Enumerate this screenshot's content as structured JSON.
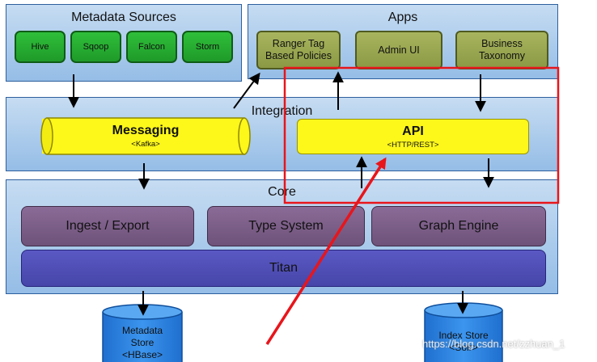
{
  "metadata_sources": {
    "title": "Metadata Sources",
    "items": [
      "Hive",
      "Sqoop",
      "Falcon",
      "Storm"
    ]
  },
  "apps": {
    "title": "Apps",
    "items": [
      {
        "line1": "Ranger Tag",
        "line2": "Based Policies"
      },
      {
        "line1": "Admin UI",
        "line2": ""
      },
      {
        "line1": "Business",
        "line2": "Taxonomy"
      }
    ]
  },
  "integration": {
    "title": "Integration",
    "messaging": {
      "label": "Messaging",
      "sub": "<Kafka>"
    },
    "api": {
      "label": "API",
      "sub": "<HTTP/REST>"
    }
  },
  "core": {
    "title": "Core",
    "ingest": "Ingest / Export",
    "type_system": "Type System",
    "graph_engine": "Graph Engine",
    "titan": "Titan"
  },
  "stores": {
    "metadata": {
      "line1": "Metadata",
      "line2": "Store",
      "line3": "<HBase>"
    },
    "index": {
      "line1": "Index Store",
      "line2": "<Solr>"
    }
  },
  "watermark": "https://blog.csdn.net/zzhuan_1",
  "colors": {
    "panel": "#a9c9eb",
    "source_box": "#27ae33",
    "app_box": "#9aa650",
    "yellow_box": "#fdf71a",
    "core_box": "#7d5f8a",
    "titan_box": "#5150b8",
    "store": "#2f86e0",
    "highlight": "#e8151b"
  }
}
